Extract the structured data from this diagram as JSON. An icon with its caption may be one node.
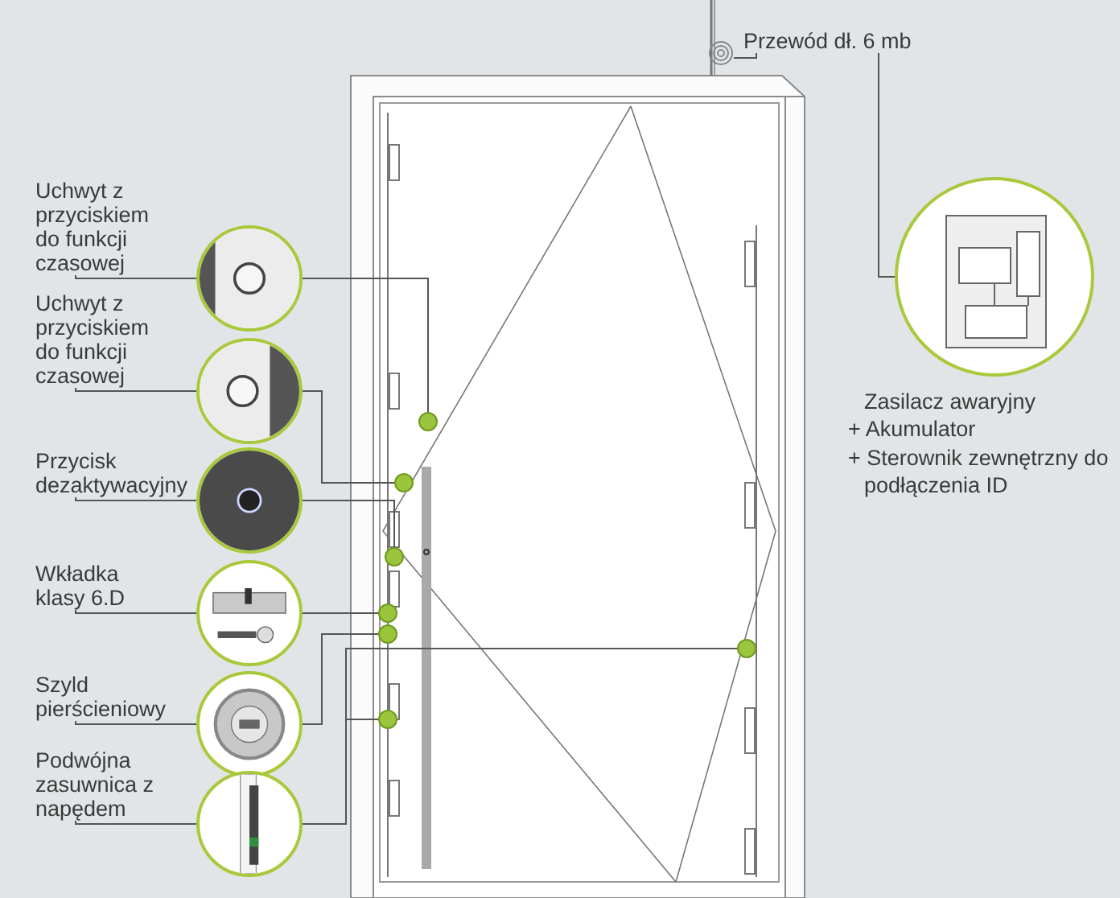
{
  "diagram": {
    "nodes": [
      {
        "text": [
          "Przewód dł. 6 mb"
        ]
      },
      {
        "text": [],
        "shape": "picture"
      },
      {
        "text": [],
        "shape": "picture",
        "beside": [
          "Zasilacz awaryjny",
          "+ Akumulator",
          "+ Sterownik zewnętrzny do podłączenia ID"
        ]
      },
      {
        "text": [
          "Uchwyt z przyciskiem do funkcji czasowej"
        ]
      },
      {
        "text": [],
        "shape": "picture"
      },
      {
        "text": [
          "Uchwyt z przyciskiem do funkcji czasowej"
        ]
      },
      {
        "text": [],
        "shape": "picture"
      },
      {
        "text": [
          "Przycisk dezaktywacyjny"
        ]
      },
      {
        "text": [],
        "shape": "picture"
      },
      {
        "text": [
          "Wkładka klasy 6.D"
        ]
      },
      {
        "text": [],
        "shape": "picture"
      },
      {
        "text": [
          "Szyld pierścieniowy"
        ]
      },
      {
        "text": [],
        "shape": "picture"
      },
      {
        "text": [
          "Podwójna zasuwnica z napędem"
        ]
      },
      {
        "text": [],
        "shape": "picture"
      },
      {
        "text": [],
        "shape": "circle"
      },
      {
        "text": [],
        "shape": "circle"
      },
      {
        "text": [],
        "shape": "circle"
      },
      {
        "text": [],
        "shape": "circle"
      },
      {
        "text": [],
        "shape": "circle"
      },
      {
        "text": [],
        "shape": "circle"
      },
      {
        "text": [],
        "shape": "circle"
      }
    ],
    "edges": [
      {
        "from": 0,
        "to": 1,
        "arrow": "none"
      },
      {
        "from": 0,
        "to": 2,
        "arrow": "none"
      },
      {
        "from": 3,
        "to": 4,
        "arrow": "none"
      },
      {
        "from": 4,
        "to": 15,
        "arrow": "none"
      },
      {
        "from": 5,
        "to": 6,
        "arrow": "none"
      },
      {
        "from": 6,
        "to": 16,
        "arrow": "none"
      },
      {
        "from": 7,
        "to": 8,
        "arrow": "none"
      },
      {
        "from": 8,
        "to": 17,
        "arrow": "none"
      },
      {
        "from": 9,
        "to": 10,
        "arrow": "none"
      },
      {
        "from": 10,
        "to": 18,
        "arrow": "none"
      },
      {
        "from": 11,
        "to": 12,
        "arrow": "none"
      },
      {
        "from": 12,
        "to": 19,
        "arrow": "none"
      },
      {
        "from": 13,
        "to": 14,
        "arrow": "none"
      },
      {
        "from": 14,
        "to": 20,
        "arrow": "none"
      },
      {
        "from": 14,
        "to": 21,
        "arrow": "none"
      }
    ]
  }
}
